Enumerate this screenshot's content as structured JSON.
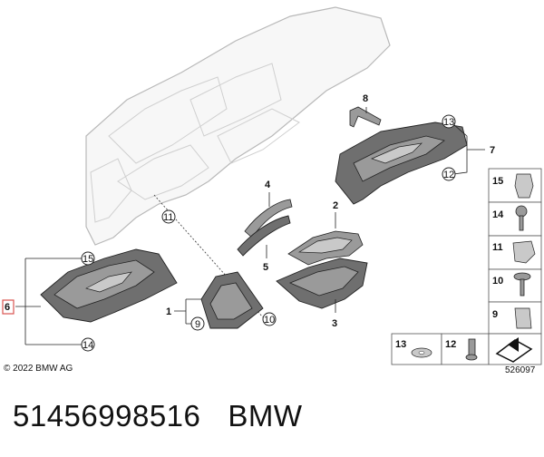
{
  "diagram": {
    "labels": {
      "l1": "1",
      "l2": "2",
      "l3": "3",
      "l4": "4",
      "l5": "5",
      "l6": "6",
      "l7": "7",
      "l8": "8",
      "l9": "9",
      "l10": "10",
      "l11": "11",
      "l12": "12",
      "l13": "13",
      "l14": "14",
      "l15": "15"
    },
    "legend": {
      "r15": "15",
      "r14": "14",
      "r11": "11",
      "r10": "10",
      "r9": "9",
      "b13": "13",
      "b12": "12"
    }
  },
  "footer": {
    "copyright": "© 2022 BMW AG",
    "diagram_number": "526097"
  },
  "caption": {
    "part_number": "51456998516",
    "brand": "BMW"
  },
  "colors": {
    "highlight_box": "#d9534f"
  }
}
